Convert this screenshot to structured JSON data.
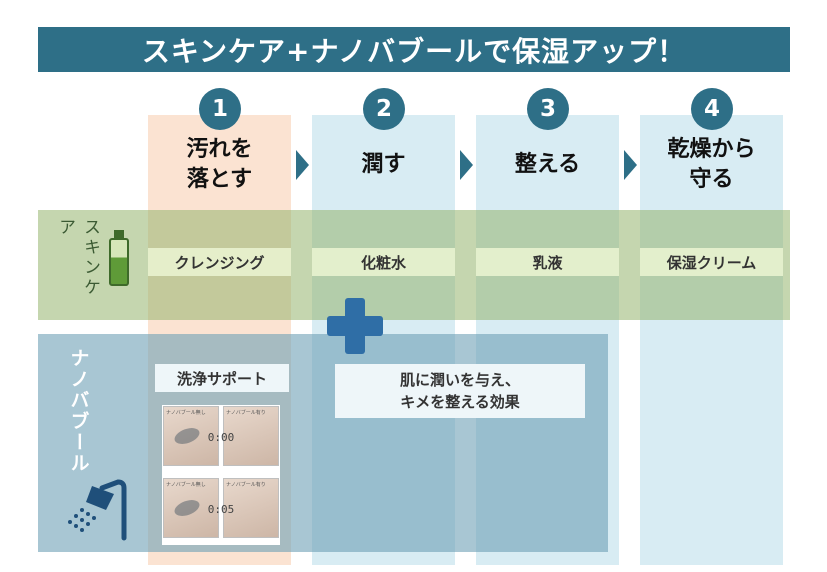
{
  "title": "スキンケア+ナノバブールで保湿アップ！",
  "steps": [
    {
      "number": "1",
      "label_line1": "汚れを",
      "label_line2": "落とす"
    },
    {
      "number": "2",
      "label_line1": "潤す",
      "label_line2": ""
    },
    {
      "number": "3",
      "label_line1": "整える",
      "label_line2": ""
    },
    {
      "number": "4",
      "label_line1": "乾燥から",
      "label_line2": "守る"
    }
  ],
  "skincare": {
    "label": "スキンケア",
    "icon": "bottle-icon",
    "products": [
      "クレンジング",
      "化粧水",
      "乳液",
      "保湿クリーム"
    ]
  },
  "nano": {
    "label": "ナノバブール",
    "icon": "shower-icon",
    "wash_label": "洗浄サポート",
    "effect_line1": "肌に潤いを与え、",
    "effect_line2": "キメを整える効果",
    "photos": [
      {
        "caption": "ナノバブール無し",
        "time": "0:00"
      },
      {
        "caption": "ナノバブール有り",
        "time": ""
      },
      {
        "caption": "ナノバブール無し",
        "time": "0:05"
      },
      {
        "caption": "ナノバブール有り",
        "time": ""
      }
    ]
  },
  "colors": {
    "primary": "#2e6f87",
    "step1_column": "#fbe3d2",
    "step_column": "#d8ecf3",
    "skincare_band": "#96b46e",
    "nano_band": "#6ea0b6",
    "plus": "#2f6ea6"
  }
}
